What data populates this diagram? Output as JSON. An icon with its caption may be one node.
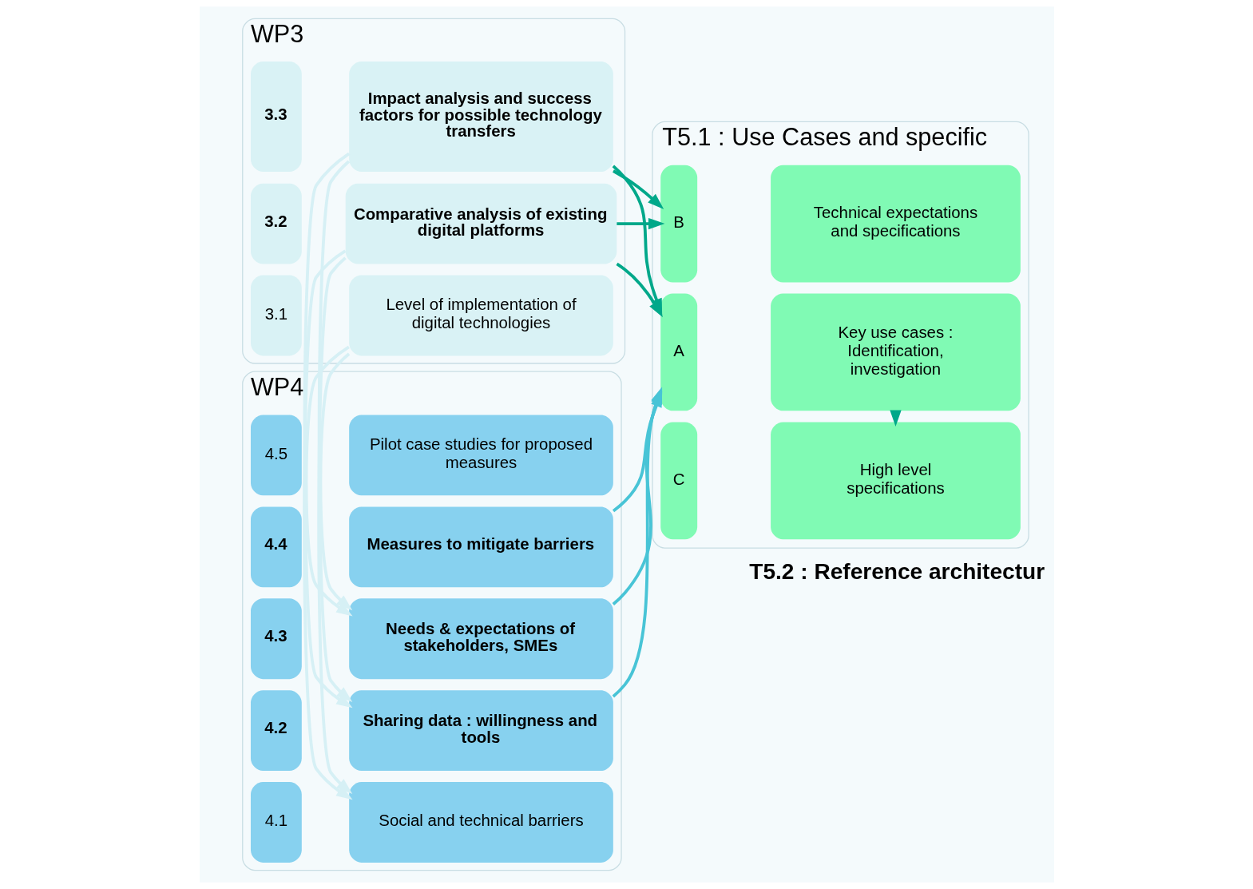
{
  "diagram": {
    "nodes": [
      {
        "text": [
          "WP3"
        ]
      },
      {
        "text": [
          "3.1"
        ],
        "in": 0
      },
      {
        "text": [
          "Level of implementation of digital technologies"
        ],
        "in": 0
      },
      {
        "text": [
          "3.2"
        ],
        "in": 0
      },
      {
        "text": [
          "Comparative analysis of existing digital platforms"
        ],
        "in": 0
      },
      {
        "text": [
          "3.3"
        ],
        "in": 0
      },
      {
        "text": [
          "Impact analysis and success factors for possible technology transfers"
        ],
        "in": 0
      },
      {
        "text": [
          "WP4"
        ]
      },
      {
        "text": [
          "4.1"
        ],
        "in": 7
      },
      {
        "text": [
          "Social and technical barriers"
        ],
        "in": 7
      },
      {
        "text": [
          "4.2"
        ],
        "in": 7
      },
      {
        "text": [
          "Sharing data : willingness and tools"
        ],
        "in": 7
      },
      {
        "text": [
          "4.3"
        ],
        "in": 7
      },
      {
        "text": [
          "Needs & expectations of stakeholders, SMEs"
        ],
        "in": 7
      },
      {
        "text": [
          "4.4"
        ],
        "in": 7
      },
      {
        "text": [
          "Measures to mitigate barriers"
        ],
        "in": 7
      },
      {
        "text": [
          "4.5"
        ],
        "in": 7
      },
      {
        "text": [
          "Pilot case studies for proposed measures"
        ],
        "in": 7
      },
      {
        "text": [
          "T5.1 : Use Cases and specific"
        ]
      },
      {
        "text": [
          "A"
        ],
        "in": 18
      },
      {
        "text": [
          "Key use cases : Identification, investigation"
        ],
        "in": 18
      },
      {
        "text": [
          "B"
        ],
        "in": 18
      },
      {
        "text": [
          "Technical expectations and specifications"
        ],
        "in": 18
      },
      {
        "text": [
          "C"
        ],
        "in": 18
      },
      {
        "text": [
          "High level specifications"
        ],
        "in": 18
      }
    ],
    "edges": [
      {
        "from": 2,
        "to": 13,
        "arrow": "to",
        "color": "#d6f0f5"
      },
      {
        "from": 4,
        "to": 9,
        "arrow": "to",
        "color": "#d6f0f5"
      },
      {
        "from": 6,
        "to": 11,
        "arrow": "to",
        "color": "#d6f0f5"
      },
      {
        "from": 4,
        "to": 19,
        "arrow": "to"
      },
      {
        "from": 4,
        "to": 21,
        "arrow": "to"
      },
      {
        "from": 6,
        "to": 19,
        "arrow": "to"
      },
      {
        "from": 6,
        "to": 21,
        "arrow": "to"
      },
      {
        "from": 11,
        "to": 19,
        "arrow": "to",
        "color": "#48c4d6"
      },
      {
        "from": 13,
        "to": 19,
        "arrow": "to",
        "color": "#48c4d6"
      },
      {
        "from": 15,
        "to": 19,
        "arrow": "to",
        "color": "#48c4d6"
      },
      {
        "from": 20,
        "to": 24,
        "arrow": "to"
      }
    ],
    "labels": [
      "T5.2 : Reference architectur"
    ]
  }
}
